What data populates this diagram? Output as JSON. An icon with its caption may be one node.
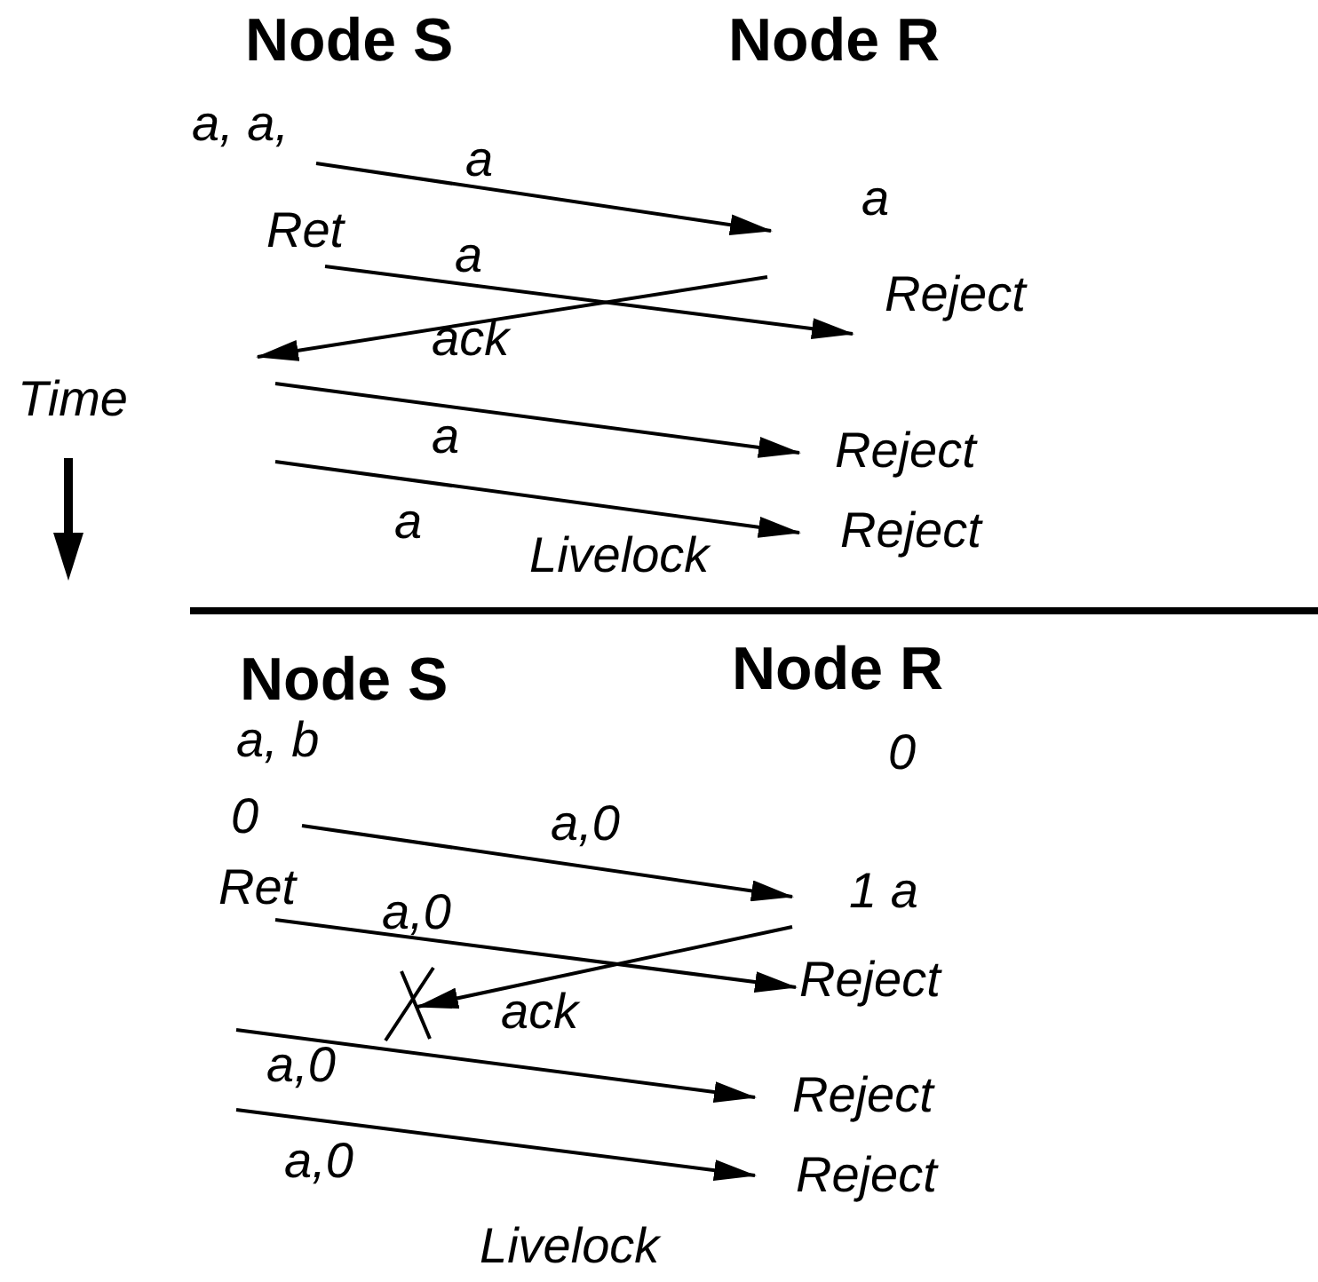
{
  "diagram": {
    "nodes": [
      {
        "text": [
          "a, a,"
        ]
      },
      {
        "text": [
          "Ret"
        ]
      },
      {
        "text": [
          "a"
        ]
      },
      {
        "text": [
          "Reject"
        ]
      },
      {
        "text": [
          "Reject"
        ]
      },
      {
        "text": [
          "Reject"
        ]
      },
      {
        "text": [
          "0"
        ]
      },
      {
        "text": [
          "Ret"
        ]
      },
      {
        "text": [
          "1 a"
        ]
      },
      {
        "text": [
          "Reject"
        ]
      },
      {
        "text": [
          "Reject"
        ]
      },
      {
        "text": [
          "Reject"
        ]
      }
    ],
    "edges": [
      {
        "from": 0,
        "to": 2,
        "arrow": "to",
        "label": "a"
      },
      {
        "from": 1,
        "to": 3,
        "arrow": "to",
        "label": "a"
      },
      {
        "from": 2,
        "to": null,
        "arrow": "to",
        "label": "ack"
      },
      {
        "from": null,
        "to": 4,
        "arrow": "to",
        "label": "a"
      },
      {
        "from": null,
        "to": 5,
        "arrow": "to",
        "label": "a"
      },
      {
        "from": 6,
        "to": 8,
        "arrow": "to",
        "label": "a,0"
      },
      {
        "from": 7,
        "to": 9,
        "arrow": "to",
        "label": "a,0"
      },
      {
        "from": 8,
        "to": null,
        "arrow": "to",
        "label": "ack"
      },
      {
        "from": null,
        "to": 10,
        "arrow": "to",
        "label": "a,0"
      },
      {
        "from": null,
        "to": 11,
        "arrow": "to",
        "label": "a,0"
      }
    ],
    "labels": [
      "Node S",
      "Node R",
      "Time",
      "Livelock",
      "Node S",
      "Node R",
      "a, b",
      "0",
      "Livelock"
    ]
  }
}
